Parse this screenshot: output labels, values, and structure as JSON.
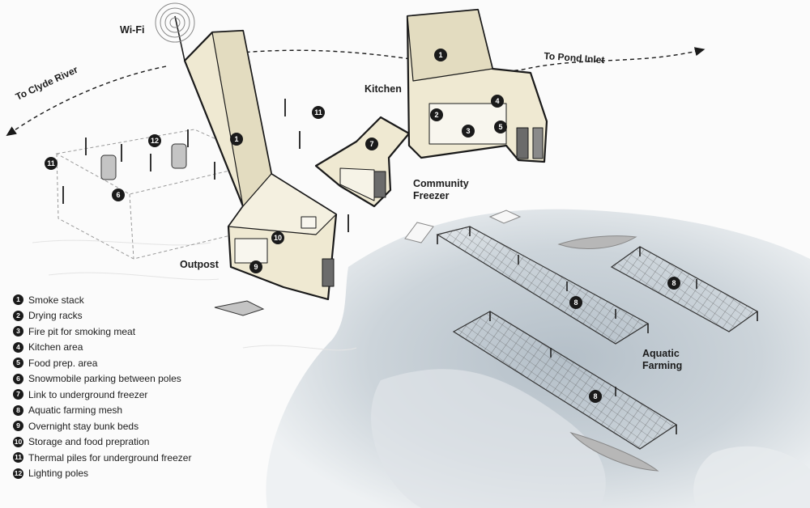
{
  "labels": {
    "wifi": "Wi-Fi",
    "kitchen": "Kitchen",
    "community_freezer": [
      "Community",
      "Freezer"
    ],
    "outpost": "Outpost",
    "aquatic_farming": [
      "Aquatic",
      "Farming"
    ]
  },
  "routes": {
    "clyde_river": "To Clyde River",
    "pond_inlet": "To Pond Inlet"
  },
  "legend": [
    {
      "num": "1",
      "label": "Smoke stack"
    },
    {
      "num": "2",
      "label": "Drying racks"
    },
    {
      "num": "3",
      "label": "Fire pit for smoking meat"
    },
    {
      "num": "4",
      "label": "Kitchen area"
    },
    {
      "num": "5",
      "label": "Food prep. area"
    },
    {
      "num": "6",
      "label": "Snowmobile parking between poles"
    },
    {
      "num": "7",
      "label": "Link to underground freezer"
    },
    {
      "num": "8",
      "label": "Aquatic farming mesh"
    },
    {
      "num": "9",
      "label": "Overnight stay bunk beds"
    },
    {
      "num": "10",
      "label": "Storage and food prepration"
    },
    {
      "num": "11",
      "label": "Thermal piles for underground freezer"
    },
    {
      "num": "12",
      "label": "Lighting poles"
    }
  ],
  "markers": [
    {
      "ref": "legend.0.num"
    },
    {
      "ref": "legend.0.num"
    },
    {
      "ref": "legend.1.num"
    },
    {
      "ref": "legend.2.num"
    },
    {
      "ref": "legend.3.num"
    },
    {
      "ref": "legend.4.num"
    },
    {
      "ref": "legend.5.num"
    },
    {
      "ref": "legend.6.num"
    },
    {
      "ref": "legend.7.num"
    },
    {
      "ref": "legend.7.num"
    },
    {
      "ref": "legend.7.num"
    },
    {
      "ref": "legend.8.num"
    },
    {
      "ref": "legend.9.num"
    },
    {
      "ref": "legend.10.num"
    },
    {
      "ref": "legend.10.num"
    },
    {
      "ref": "legend.11.num"
    }
  ],
  "colors": {
    "ink": "#1a1a1a",
    "wall": "#efe9d2",
    "ice": "#c9d2d9",
    "snow": "#fbfbfb"
  }
}
